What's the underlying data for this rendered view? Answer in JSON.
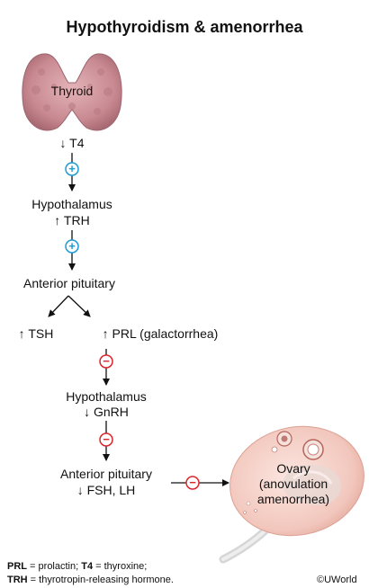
{
  "title": "Hypothyroidism & amenorrhea",
  "thyroid": {
    "label": "Thyroid",
    "t4": "↓ T4"
  },
  "hypothalamus_1": {
    "name": "Hypothalamus",
    "hormone": "↑ TRH"
  },
  "pituitary_1": {
    "name": "Anterior pituitary"
  },
  "branch": {
    "left": "↑ TSH",
    "right": "↑ PRL (galactorrhea)"
  },
  "hypothalamus_2": {
    "name": "Hypothalamus",
    "hormone": "↓ GnRH"
  },
  "pituitary_2": {
    "name": "Anterior pituitary",
    "hormone": "↓ FSH, LH"
  },
  "ovary": {
    "line1": "Ovary",
    "line2": "(anovulation",
    "line3": "amenorrhea)"
  },
  "signs": {
    "stimulate": "+",
    "inhibit": "−"
  },
  "colors": {
    "stimulate": "#1e9bd7",
    "inhibit": "#d9262c",
    "thyroid": "#c98a92",
    "ovary": "#f3cdc4"
  },
  "footnote": {
    "prl_abbr": "PRL",
    "prl_def": " = prolactin; ",
    "t4_abbr": "T4",
    "t4_def": " = thyroxine;",
    "trh_abbr": "TRH",
    "trh_def": " = thyrotropin-releasing hormone."
  },
  "copyright": "©UWorld"
}
